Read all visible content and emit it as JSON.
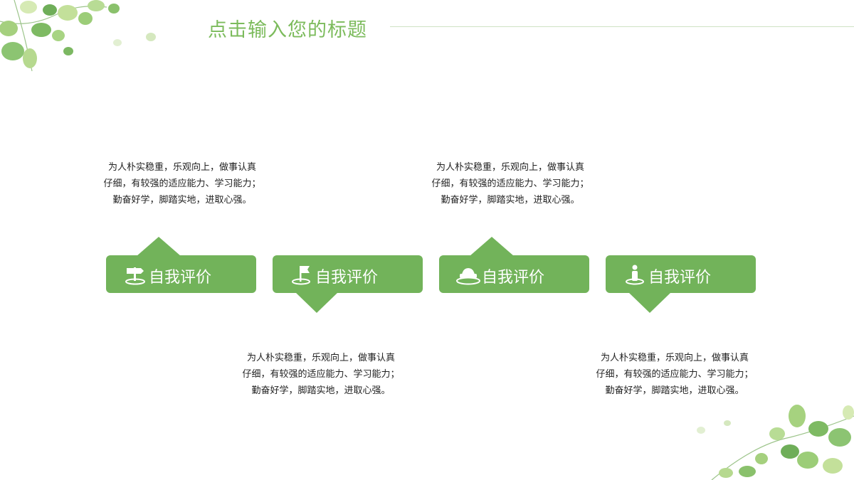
{
  "title": "点击输入您的标题",
  "description_lines": [
    "为人朴实稳重，乐观向上，做事认真",
    "仔细，有较强的适应能力、学习能力；",
    "勤奋好学，脚踏实地，进取心强。"
  ],
  "items": [
    {
      "label": "自我评价",
      "icon": "signpost-icon"
    },
    {
      "label": "自我评价",
      "icon": "flag-icon"
    },
    {
      "label": "自我评价",
      "icon": "car-icon"
    },
    {
      "label": "自我评价",
      "icon": "person-pin-icon"
    }
  ],
  "colors": {
    "accent": "#72b35a",
    "title": "#7cbb5c",
    "text": "#222222"
  }
}
